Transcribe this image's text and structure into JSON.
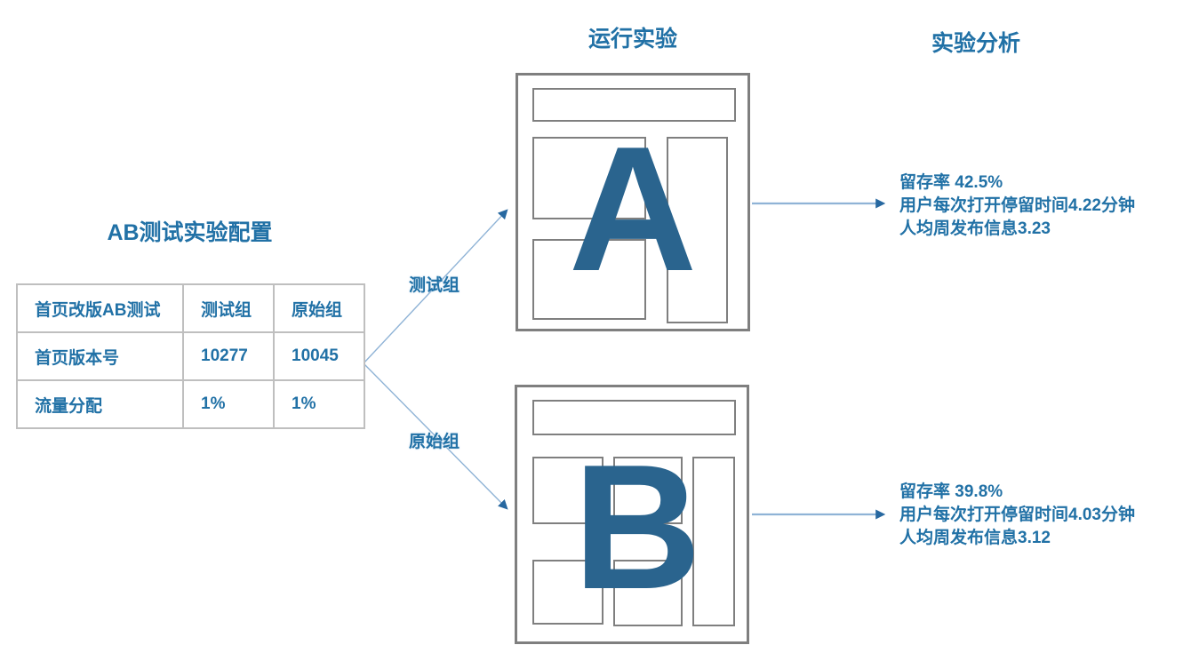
{
  "colors": {
    "text_blue": "#2171A6",
    "letter_blue": "#2A648E",
    "line_blue": "#8FB3D6",
    "arrow_blue": "#2768A0",
    "wireframe_border": "#7F7F7F",
    "table_border": "#BFBFBF"
  },
  "headers": {
    "run_experiment": "运行实验",
    "experiment_analysis": "实验分析"
  },
  "config": {
    "title": "AB测试实验配置",
    "table": {
      "header": [
        "首页改版AB测试",
        "测试组",
        "原始组"
      ],
      "rows": [
        [
          "首页版本号",
          "10277",
          "10045"
        ],
        [
          "流量分配",
          "1%",
          "1%"
        ]
      ]
    }
  },
  "branches": {
    "test_group_label": "测试组",
    "control_group_label": "原始组"
  },
  "variants": [
    {
      "letter": "A",
      "analysis": [
        "留存率 42.5%",
        "用户每次打开停留时间4.22分钟",
        "人均周发布信息3.23"
      ]
    },
    {
      "letter": "B",
      "analysis": [
        "留存率 39.8%",
        "用户每次打开停留时间4.03分钟",
        "人均周发布信息3.12"
      ]
    }
  ]
}
